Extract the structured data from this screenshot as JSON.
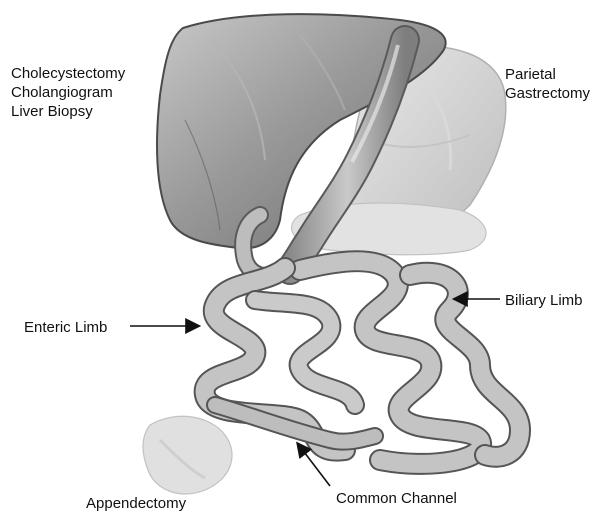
{
  "labels": {
    "liver_procedures": [
      "Cholecystectomy",
      "Cholangiogram",
      "Liver Biopsy"
    ],
    "gastrectomy": [
      "Parietal",
      "Gastrectomy"
    ],
    "biliary_limb": "Biliary Limb",
    "enteric_limb": "Enteric Limb",
    "common_channel": "Common Channel",
    "appendectomy": "Appendectomy"
  },
  "colors": {
    "liver": "#8f8f8f",
    "stomach": "#cfcfcf",
    "bowel": "#a9a9a9",
    "text": "#111111"
  }
}
